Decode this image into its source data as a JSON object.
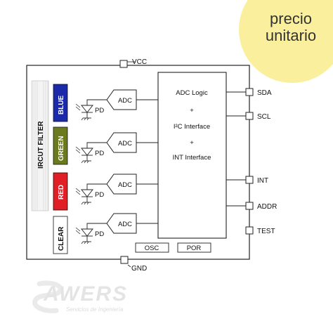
{
  "badge": {
    "line1": "precio",
    "line2": "unitario",
    "color": "#f9ef9c"
  },
  "pins": {
    "vcc": "VCC",
    "gnd": "GND",
    "sda": "SDA",
    "scl": "SCL",
    "int": "INT",
    "addr": "ADDR",
    "test": "TEST"
  },
  "logic_block": {
    "line1": "ADC Logic",
    "plus1": "+",
    "line2": "I²C Interface",
    "plus2": "+",
    "line3": "INT Interface"
  },
  "adc_label": "ADC",
  "pd_label": "PD",
  "ircut_label": "IRCUT FILTER",
  "filters": [
    {
      "label": "BLUE",
      "color": "#1a2aa8"
    },
    {
      "label": "GREEN",
      "color": "#6b7a1e"
    },
    {
      "label": "RED",
      "color": "#e01f26"
    },
    {
      "label": "CLEAR",
      "color": "#ffffff"
    }
  ],
  "osc_label": "OSC",
  "por_label": "POR",
  "logo": {
    "name": "AWERS",
    "tagline": "Servicios de Ingeniería"
  }
}
